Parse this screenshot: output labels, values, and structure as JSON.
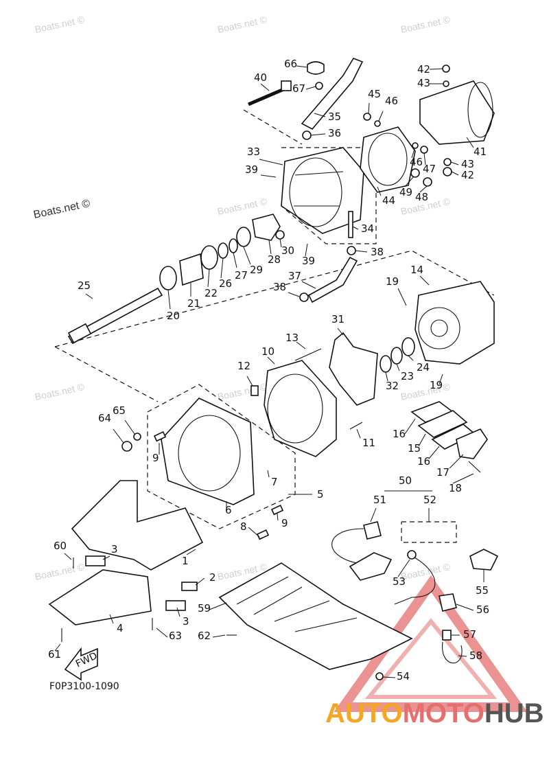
{
  "watermarks": [
    "Boats.net ©",
    "Boats.net ©",
    "Boats.net ©",
    "Boats.net ©",
    "Boats.net ©",
    "Boats.net ©",
    "Boats.net ©",
    "Boats.net ©",
    "Boats.net ©",
    "Boats.net ©",
    "Boats.net ©"
  ],
  "boats_mark": "Boats.net ©",
  "drawing_code": "F0P3100-1090",
  "fwd_label": "FWD",
  "brand": {
    "part1": "AUTO",
    "part2": "MOTO",
    "part3": "HUB",
    "color1": "#f5a623",
    "color2": "#e46f6f",
    "color3": "#555555"
  },
  "callouts": [
    "1",
    "2",
    "3",
    "3",
    "4",
    "5",
    "6",
    "7",
    "8",
    "9",
    "9",
    "10",
    "11",
    "12",
    "13",
    "14",
    "15",
    "16",
    "16",
    "17",
    "18",
    "19",
    "19",
    "20",
    "21",
    "22",
    "23",
    "24",
    "25",
    "26",
    "27",
    "28",
    "29",
    "30",
    "31",
    "32",
    "33",
    "34",
    "35",
    "36",
    "37",
    "38",
    "38",
    "39",
    "39",
    "40",
    "41",
    "42",
    "42",
    "43",
    "43",
    "44",
    "45",
    "46",
    "46",
    "47",
    "48",
    "49",
    "50",
    "51",
    "52",
    "53",
    "54",
    "55",
    "56",
    "57",
    "58",
    "59",
    "60",
    "61",
    "62",
    "63",
    "64",
    "65",
    "66",
    "67"
  ]
}
